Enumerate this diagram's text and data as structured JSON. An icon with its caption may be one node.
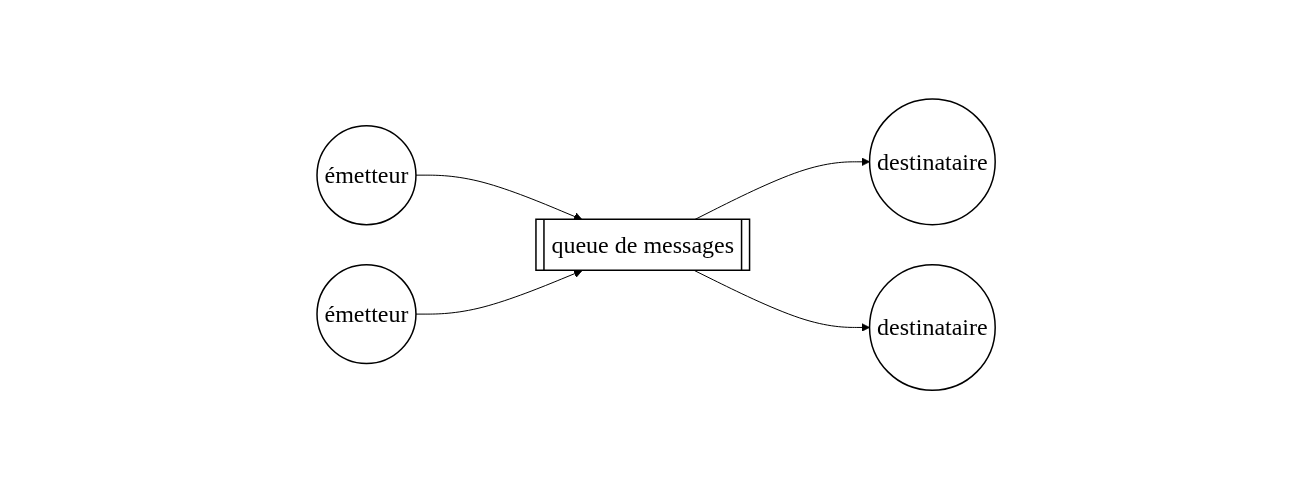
{
  "diagram": {
    "nodes": [
      {
        "text": [
          "émetteur"
        ]
      },
      {
        "text": [
          "émetteur"
        ]
      },
      {
        "text": [
          "queue de messages"
        ]
      },
      {
        "text": [
          "destinataire"
        ]
      },
      {
        "text": [
          "destinataire"
        ]
      }
    ],
    "edges": [
      {
        "from": 0,
        "to": 2,
        "arrow": "to"
      },
      {
        "from": 1,
        "to": 2,
        "arrow": "to"
      },
      {
        "from": 2,
        "to": 3,
        "arrow": "to"
      },
      {
        "from": 2,
        "to": 4,
        "arrow": "to"
      }
    ]
  }
}
